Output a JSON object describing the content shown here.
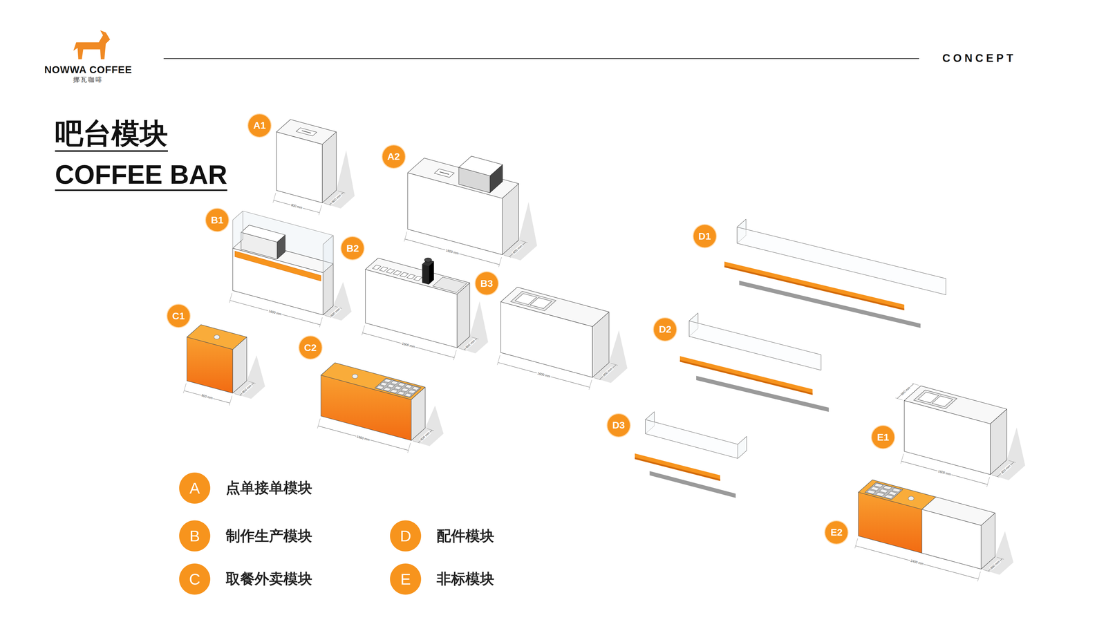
{
  "diagram": {
    "title": "吧台模块",
    "nodes": [
      {
        "text": [
          "A1"
        ]
      },
      {
        "text": [
          "A2"
        ]
      },
      {
        "text": [
          "B1"
        ]
      },
      {
        "text": [
          "B2"
        ]
      },
      {
        "text": [
          "B3"
        ]
      },
      {
        "text": [
          "C1"
        ]
      },
      {
        "text": [
          "C2"
        ]
      },
      {
        "text": [
          "D1"
        ]
      },
      {
        "text": [
          "D2"
        ]
      },
      {
        "text": [
          "D3"
        ]
      },
      {
        "text": [
          "E1"
        ]
      },
      {
        "text": [
          "E2"
        ]
      },
      {
        "text": [
          "A",
          "点单接单模块"
        ]
      },
      {
        "text": [
          "B",
          "制作生产模块"
        ]
      },
      {
        "text": [
          "C",
          "取餐外卖模块"
        ]
      },
      {
        "text": [
          "D",
          "配件模块"
        ]
      },
      {
        "text": [
          "E",
          "非标模块"
        ]
      }
    ],
    "labels": [
      "COFFEE BAR",
      "NOWWA COFFEE",
      "挪瓦咖啡",
      "CONCEPT",
      "800 mm",
      "800 mm",
      "1600 mm",
      "800 mm",
      "1600 mm",
      "800 mm",
      "1600 mm",
      "800 mm",
      "1600 mm",
      "800 mm",
      "800 mm",
      "800 mm",
      "1600 mm",
      "800 mm",
      "1600 mm",
      "600 mm",
      "300 mm",
      "2400 mm",
      "800 mm"
    ]
  }
}
